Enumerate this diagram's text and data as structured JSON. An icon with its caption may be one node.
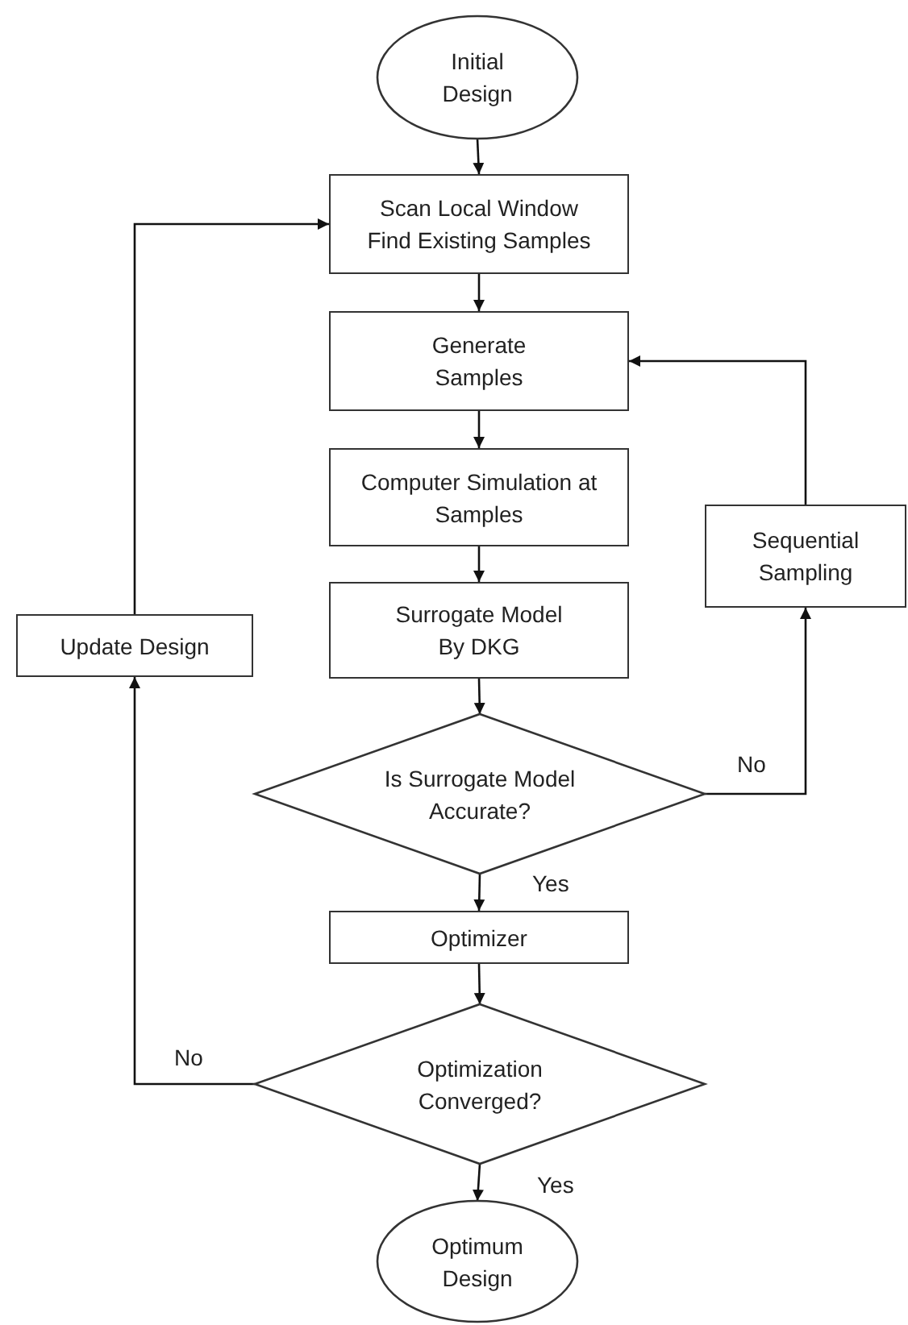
{
  "diagram": {
    "nodes": [
      {
        "text": [
          "Initial Design"
        ]
      },
      {
        "text": [
          "Scan Local Window Find Existing Samples"
        ]
      },
      {
        "text": [
          "Generate Samples"
        ]
      },
      {
        "text": [
          "Computer Simulation at Samples"
        ]
      },
      {
        "text": [
          "Surrogate Model By DKG"
        ]
      },
      {
        "text": [
          "Is Surrogate Model Accurate?"
        ]
      },
      {
        "text": [
          "Sequential Sampling"
        ]
      },
      {
        "text": [
          "Optimizer"
        ]
      },
      {
        "text": [
          "Optimization Converged?"
        ]
      },
      {
        "text": [
          "Optimum Design"
        ]
      },
      {
        "text": [
          "Update Design"
        ]
      }
    ],
    "edges": [
      {
        "from": 0,
        "to": 1,
        "arrow": "to"
      },
      {
        "from": 1,
        "to": 2,
        "arrow": "to"
      },
      {
        "from": 2,
        "to": 3,
        "arrow": "to"
      },
      {
        "from": 3,
        "to": 4,
        "arrow": "to"
      },
      {
        "from": 4,
        "to": 5,
        "arrow": "to"
      },
      {
        "from": 5,
        "to": 6,
        "arrow": "to",
        "label": "No"
      },
      {
        "from": 6,
        "to": 2,
        "arrow": "to"
      },
      {
        "from": 5,
        "to": 7,
        "arrow": "to",
        "label": "Yes"
      },
      {
        "from": 7,
        "to": 8,
        "arrow": "to"
      },
      {
        "from": 8,
        "to": 9,
        "arrow": "to",
        "label": "Yes"
      },
      {
        "from": 8,
        "to": 10,
        "arrow": "to",
        "label": "No"
      },
      {
        "from": 10,
        "to": 1,
        "arrow": "to"
      }
    ]
  }
}
